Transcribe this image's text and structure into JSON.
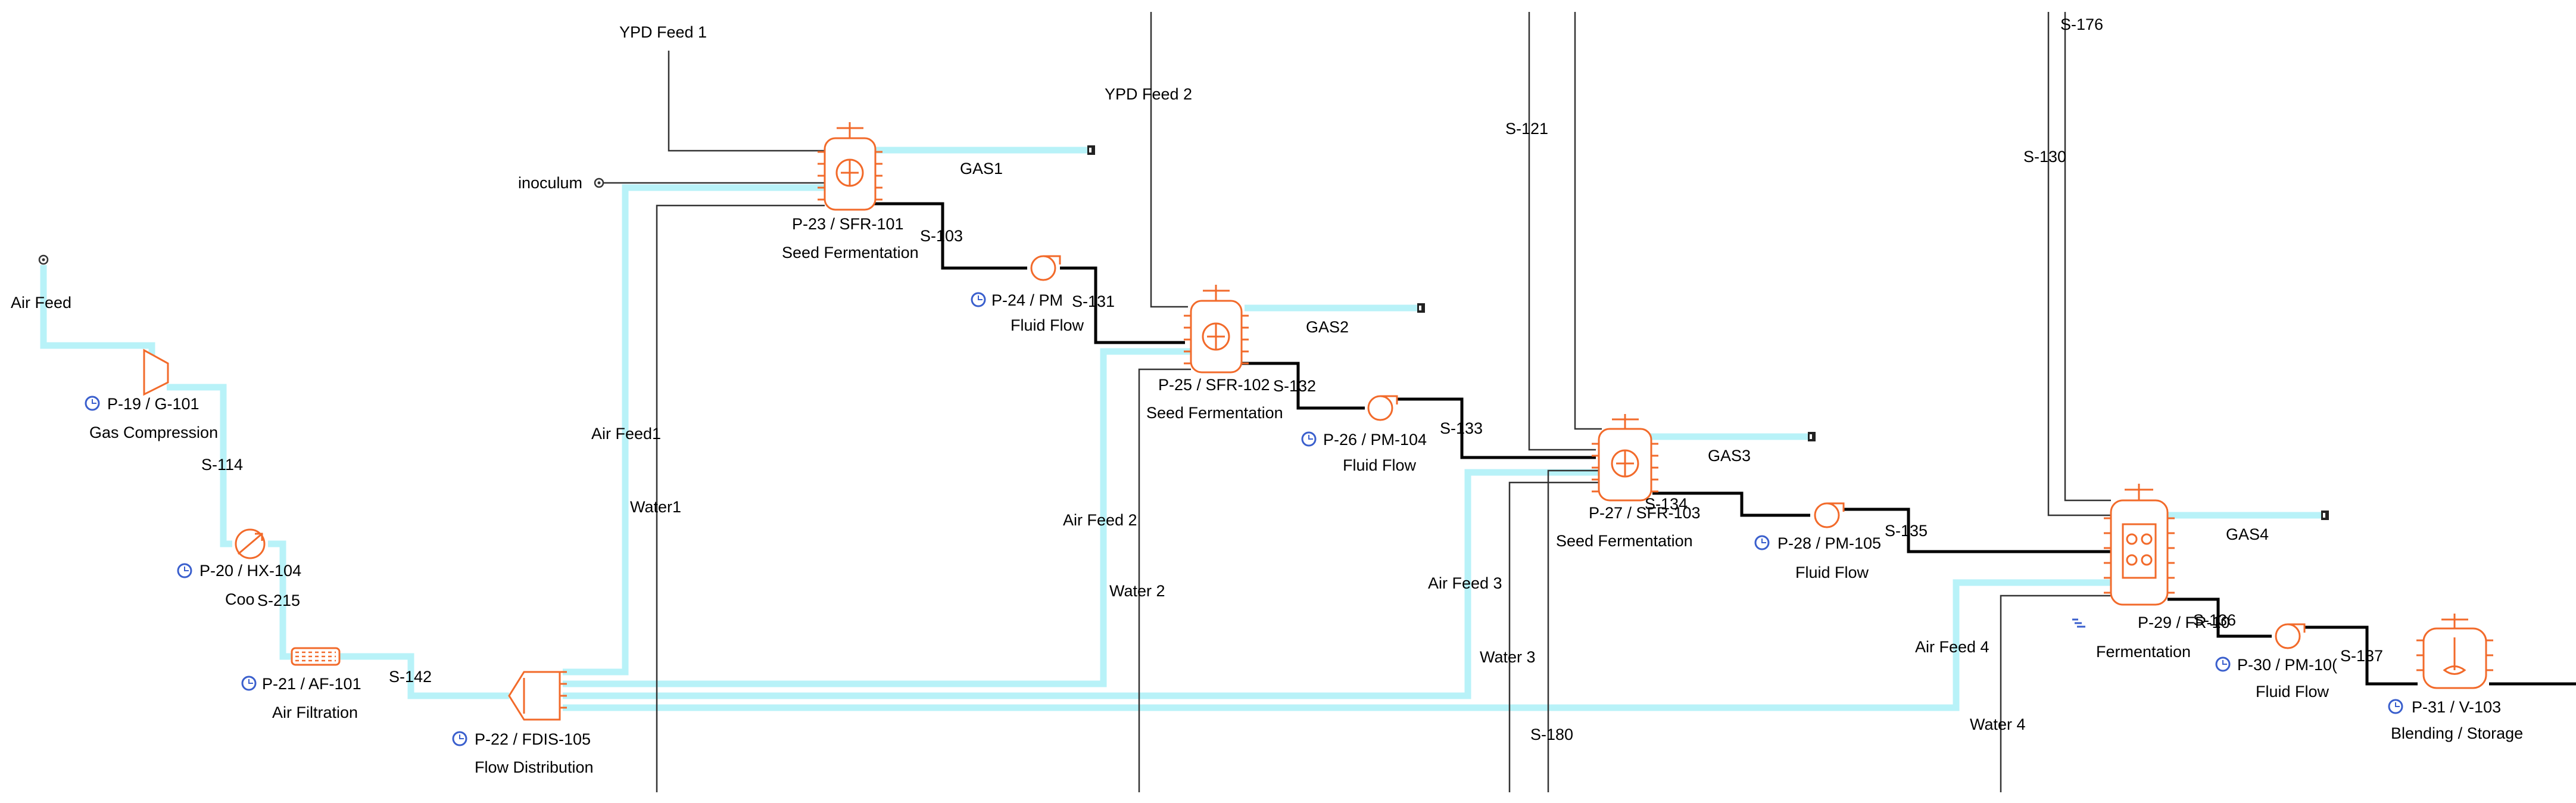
{
  "streams": {
    "ypd1": "YPD Feed 1",
    "ypd2": "YPD Feed 2",
    "inoculum": "inoculum",
    "air_feed": "Air Feed",
    "gas1": "GAS1",
    "gas2": "GAS2",
    "gas3": "GAS3",
    "gas4": "GAS4",
    "s103": "S-103",
    "s131": "S-131",
    "s132": "S-132",
    "s133": "S-133",
    "s134": "S-134",
    "s135": "S-135",
    "s136": "S-136",
    "s137": "S-137",
    "s114": "S-114",
    "s215": "S-215",
    "s142": "S-142",
    "s121": "S-121",
    "s130": "S-130",
    "s176": "S-176",
    "s180": "S-180",
    "air_feed1": "Air Feed1",
    "water1": "Water1",
    "air_feed2": "Air Feed 2",
    "water2": "Water 2",
    "air_feed3": "Air Feed 3",
    "water3": "Water 3",
    "air_feed4": "Air Feed 4",
    "water4": "Water 4"
  },
  "units": {
    "p19": {
      "id": "P-19 / G-101",
      "desc": "Gas Compression"
    },
    "p20": {
      "id": "P-20 / HX-104",
      "desc": "Coo"
    },
    "p21": {
      "id": "P-21 / AF-101",
      "desc": "Air Filtration"
    },
    "p22": {
      "id": "P-22 / FDIS-105",
      "desc": "Flow Distribution"
    },
    "p23": {
      "id": "P-23 / SFR-101",
      "desc": "Seed Fermentation"
    },
    "p24": {
      "id": "P-24 / PM",
      "desc": "Fluid Flow"
    },
    "p25": {
      "id": "P-25 / SFR-102",
      "desc": "Seed Fermentation"
    },
    "p26": {
      "id": "P-26 / PM-104",
      "desc": "Fluid Flow"
    },
    "p27": {
      "id": "P-27 / SFR-103",
      "desc": "Seed Fermentation"
    },
    "p28": {
      "id": "P-28 / PM-105",
      "desc": "Fluid Flow"
    },
    "p29": {
      "id": "P-29 / FR-10",
      "desc": "Fermentation"
    },
    "p30": {
      "id": "P-30 / PM-10(",
      "desc": "Fluid Flow"
    },
    "p31": {
      "id": "P-31 / V-103",
      "desc": "Blending / Storage"
    }
  },
  "colors": {
    "air_stream": "#b8f2f8",
    "main_stream": "#000000",
    "equipment": "#f26a2a",
    "status_icon": "#3a5fcd"
  }
}
